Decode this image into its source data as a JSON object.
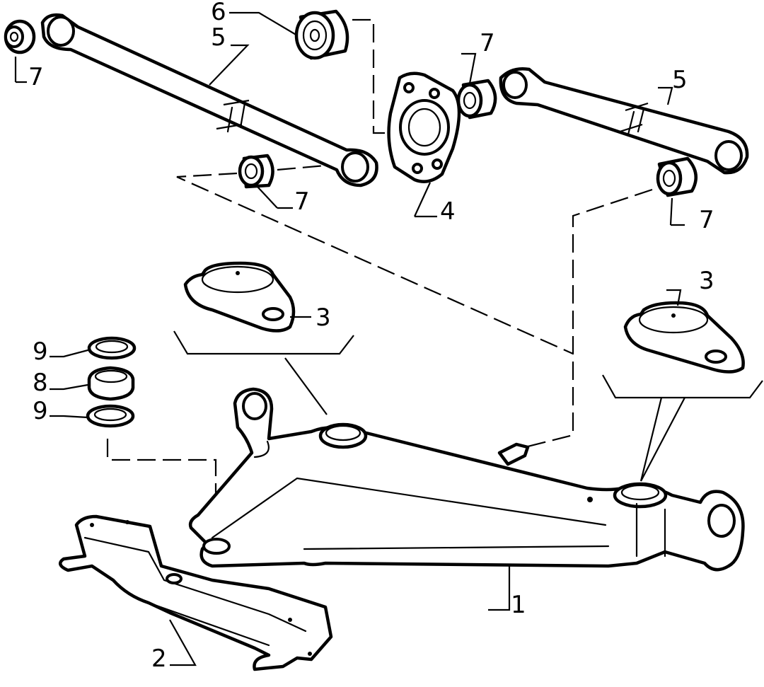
{
  "diagram": {
    "colors": {
      "line": "#000000",
      "background": "#ffffff"
    },
    "callouts": {
      "c1": "1",
      "c2": "2",
      "c3a": "3",
      "c3b": "3",
      "c4": "4",
      "c5a": "5",
      "c5b": "5",
      "c6": "6",
      "c7a": "7",
      "c7b": "7",
      "c7c": "7",
      "c7d": "7",
      "c8": "8",
      "c9a": "9",
      "c9b": "9"
    }
  }
}
